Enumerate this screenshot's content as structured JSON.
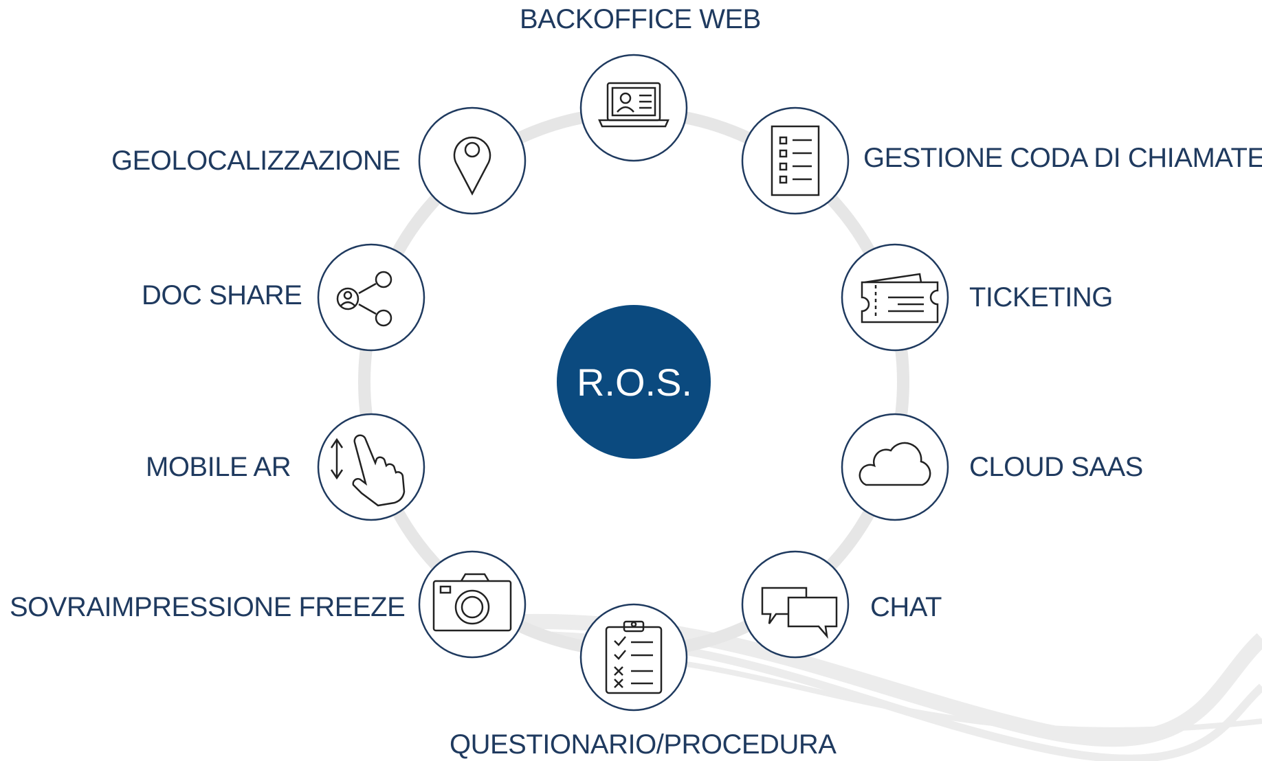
{
  "center": {
    "label": "R.O.S.",
    "color": "#0b4a7f"
  },
  "colors": {
    "text": "#1f3a5f",
    "node_stroke": "#1f3a5f",
    "ring": "#e6e6e6"
  },
  "nodes": [
    {
      "id": "backoffice-web",
      "label": "BACKOFFICE WEB",
      "icon": "laptop-icon"
    },
    {
      "id": "gestione-coda",
      "label": "GESTIONE CODA DI CHIAMATE",
      "icon": "list-document-icon"
    },
    {
      "id": "ticketing",
      "label": "TICKETING",
      "icon": "ticket-icon"
    },
    {
      "id": "cloud-saas",
      "label": "CLOUD SAAS",
      "icon": "cloud-icon"
    },
    {
      "id": "chat",
      "label": "CHAT",
      "icon": "chat-bubbles-icon"
    },
    {
      "id": "questionario",
      "label": "QUESTIONARIO/PROCEDURA",
      "icon": "clipboard-checklist-icon"
    },
    {
      "id": "sovraimpressione",
      "label": "SOVRAIMPRESSIONE FREEZE",
      "icon": "camera-icon"
    },
    {
      "id": "mobile-ar",
      "label": "MOBILE AR",
      "icon": "touch-gesture-icon"
    },
    {
      "id": "doc-share",
      "label": "DOC SHARE",
      "icon": "share-icon"
    },
    {
      "id": "geolocalizzazione",
      "label": "GEOLOCALIZZAZIONE",
      "icon": "location-pin-icon"
    }
  ]
}
